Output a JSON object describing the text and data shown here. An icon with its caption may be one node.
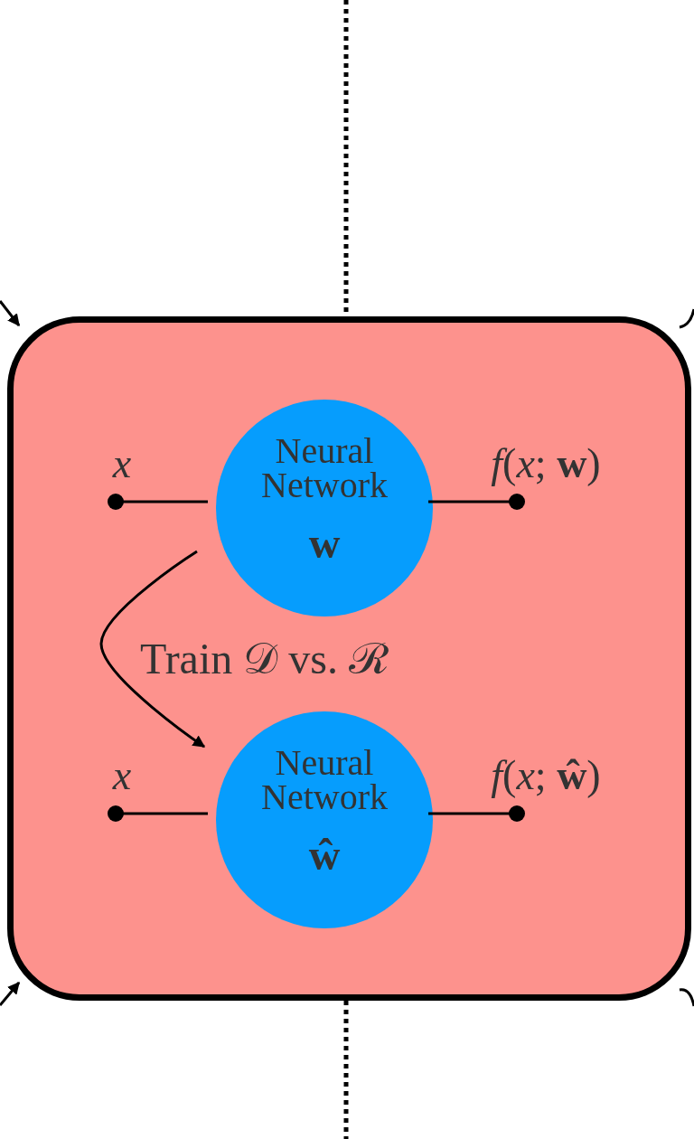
{
  "diagram": {
    "nodes": [
      {
        "text": [],
        "shape": "box"
      },
      {
        "text": [
          "*x*"
        ],
        "in": 0
      },
      {
        "text": [
          "Neural Network",
          "w"
        ],
        "in": 0
      },
      {
        "text": [
          "*f*(*x*; **w**)"
        ],
        "in": 0
      },
      {
        "text": [
          "*x*"
        ],
        "in": 0
      },
      {
        "text": [
          "Neural Network",
          "ŵ"
        ],
        "in": 0
      },
      {
        "text": [
          "*f*(*x*; **ŵ**)"
        ],
        "in": 0
      }
    ],
    "edges": [
      {
        "from": 1,
        "to": 2,
        "arrow": "other"
      },
      {
        "from": 2,
        "to": 3,
        "arrow": "other"
      },
      {
        "from": 2,
        "to": 5,
        "arrow": "to",
        "label": "Train 𝒟 vs. ℛ"
      },
      {
        "from": 4,
        "to": 5,
        "arrow": "other"
      },
      {
        "from": 5,
        "to": 6,
        "arrow": "other"
      },
      {
        "from": null,
        "to": 0,
        "arrow": "to"
      },
      {
        "from": null,
        "to": 0,
        "arrow": "to"
      },
      {
        "from": 0,
        "to": null,
        "arrow": "none"
      },
      {
        "from": 0,
        "to": null,
        "arrow": "none"
      },
      {
        "from": null,
        "to": 0,
        "arrow": "none",
        "style": "dashed"
      },
      {
        "from": 0,
        "to": null,
        "arrow": "none",
        "style": "dashed"
      }
    ]
  }
}
